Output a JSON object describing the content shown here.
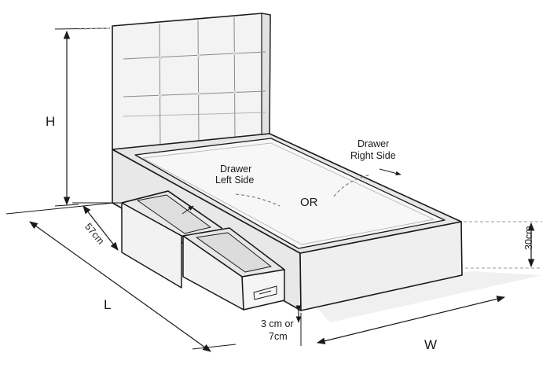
{
  "labels": {
    "height": "H",
    "length": "L",
    "width": "W",
    "drawer_depth": "57cm",
    "base_height": "30cm",
    "clearance_line1": "3 cm or",
    "clearance_line2": "7cm",
    "drawer_left_line1": "Drawer",
    "drawer_left_line2": "Left Side",
    "drawer_right_line1": "Drawer",
    "drawer_right_line2": "Right Side",
    "or": "OR"
  },
  "colors": {
    "outline": "#1a1a1a",
    "base_fill": "#ececec",
    "base_side_fill": "#e4e4e4",
    "mattress_fill": "#f7f7f7",
    "headboard_fill": "#f3f3f3",
    "drawer_inner_fill": "#e9e9e9"
  }
}
